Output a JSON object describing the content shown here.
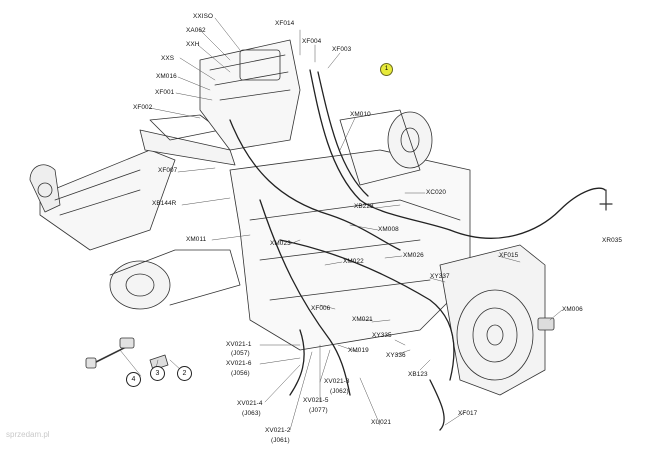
{
  "diagram": {
    "labels": [
      "XXISO",
      "XA062",
      "XF014",
      "XF004",
      "XF003",
      "XXH",
      "XXS",
      "XM016",
      "XF001",
      "XF002",
      "XM010",
      "XF007",
      "XB144R",
      "XB228",
      "XC020",
      "XM008",
      "XM011",
      "XM023",
      "XM022",
      "XM026",
      "XY337",
      "XF015",
      "XR035",
      "XF006",
      "XM021",
      "XM006",
      "XV021-1",
      "(J057)",
      "XV021-6",
      "(J056)",
      "XM019",
      "XY335",
      "XY336",
      "XB123",
      "XV021-3",
      "(J062)",
      "XV021-5",
      "(J077)",
      "XV021-4",
      "(J063)",
      "XV021-2",
      "(J061)",
      "XU021",
      "XF017"
    ],
    "callouts": [
      "1",
      "2",
      "3",
      "4"
    ],
    "marker_label": "1",
    "watermark": "sprzedam.pl"
  }
}
